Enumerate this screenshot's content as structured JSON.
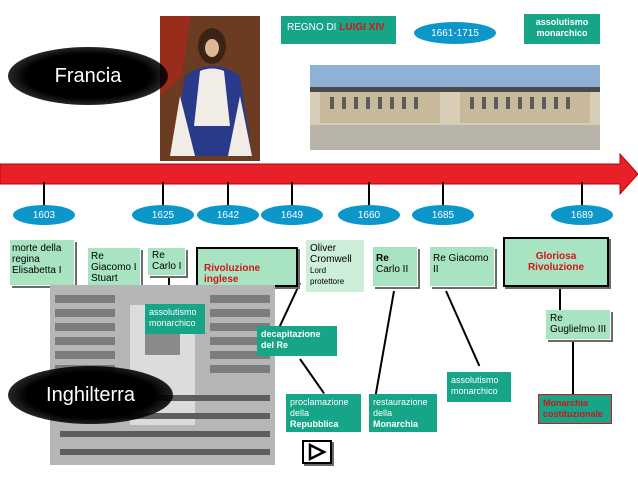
{
  "header": {
    "reign_prefix": "REGNO DI ",
    "reign_name": "LUIGI XIV",
    "reign_years": "1661-1715",
    "absolutism": "assolutismo monarchico"
  },
  "countries": {
    "france": "Francia",
    "england": "Inghilterra"
  },
  "years": [
    "1603",
    "1625",
    "1642",
    "1649",
    "1660",
    "1685",
    "1689"
  ],
  "events": {
    "e1603": "morte della regina Elisabetta I",
    "e_james": "Re Giacomo I Stuart",
    "e1625_re": "Re",
    "e1625_name": "Carlo I",
    "e1642": "Rivoluzione inglese",
    "e1649_name": "Oliver Cromwell",
    "e1649_title": "Lord protettore",
    "e1660_re": "Re",
    "e1660_name": "Carlo II",
    "e1685": "Re Giacomo II",
    "e1689": "Gloriosa Rivoluzione",
    "absolutism_charles": "assolutismo monarchico",
    "beheading": "decapitazione del Re",
    "republic_1": "proclamazione della",
    "republic_2": "Repubblica",
    "restoration_1": "restaurazione della",
    "restoration_2": "Monarchia",
    "absolutism_james": "assolutismo monarchico",
    "william": "Re Guglielmo III",
    "constitutional": "Monarchia costituzionale"
  },
  "colors": {
    "arrow": "#e8202a",
    "year_badge": "#0d96c9",
    "teal_box": "#16a587",
    "green_box": "#a8e4c2"
  }
}
